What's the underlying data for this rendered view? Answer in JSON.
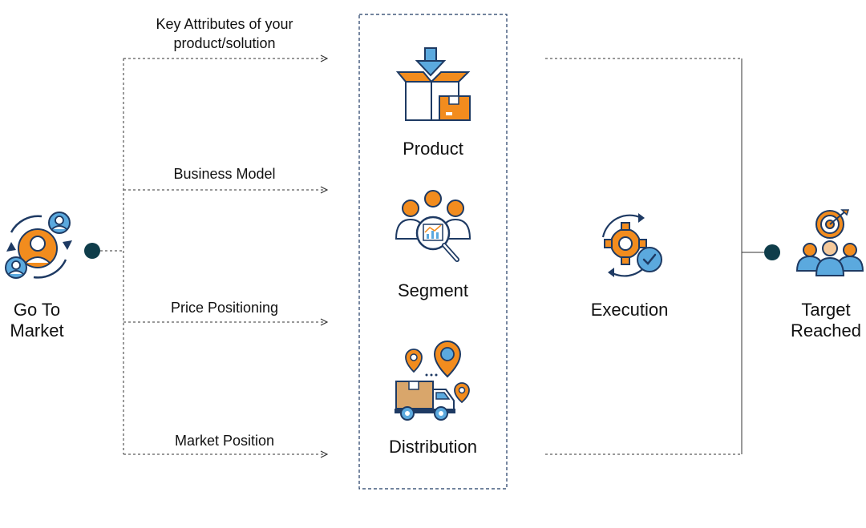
{
  "source": {
    "label_line1": "Go To",
    "label_line2": "Market",
    "icon": "go-to-market-icon"
  },
  "branches": [
    {
      "label_line1": "Key Attributes of your",
      "label_line2": "product/solution"
    },
    {
      "label_line1": "Business Model",
      "label_line2": ""
    },
    {
      "label_line1": "Price Positioning",
      "label_line2": ""
    },
    {
      "label_line1": "Market Position",
      "label_line2": ""
    }
  ],
  "center_box": {
    "items": [
      {
        "label": "Product",
        "icon": "product-box-icon"
      },
      {
        "label": "Segment",
        "icon": "segment-people-icon"
      },
      {
        "label": "Distribution",
        "icon": "distribution-truck-icon"
      }
    ]
  },
  "execution": {
    "label": "Execution",
    "icon": "execution-gear-icon"
  },
  "target": {
    "label_line1": "Target",
    "label_line2": "Reached",
    "icon": "target-reached-icon"
  },
  "colors": {
    "orange": "#F28C1E",
    "blue": "#5BA9DE",
    "navy": "#1E3A63",
    "line": "#333333",
    "dot": "#0F3D4A"
  }
}
